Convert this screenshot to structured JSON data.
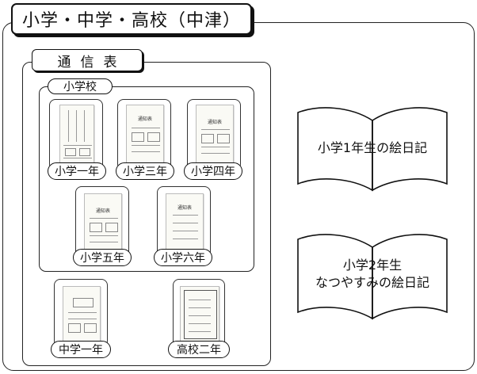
{
  "page": {
    "title": "小学・中学・高校（中津）"
  },
  "report_section": {
    "tab_label": "通信表"
  },
  "elementary_group": {
    "tab_label": "小学校"
  },
  "cards": [
    {
      "label": "小学一年",
      "doc_title": ""
    },
    {
      "label": "小学三年",
      "doc_title": "通知表"
    },
    {
      "label": "小学四年",
      "doc_title": "通知表"
    },
    {
      "label": "小学五年",
      "doc_title": "通知表"
    },
    {
      "label": "小学六年",
      "doc_title": "通知表"
    },
    {
      "label": "中学一年",
      "doc_title": ""
    },
    {
      "label": "高校二年",
      "doc_title": ""
    }
  ],
  "diaries": [
    {
      "line1": "小学1年生の絵日記",
      "line2": ""
    },
    {
      "line1": "小学2年生",
      "line2": "なつやすみの絵日記"
    }
  ]
}
